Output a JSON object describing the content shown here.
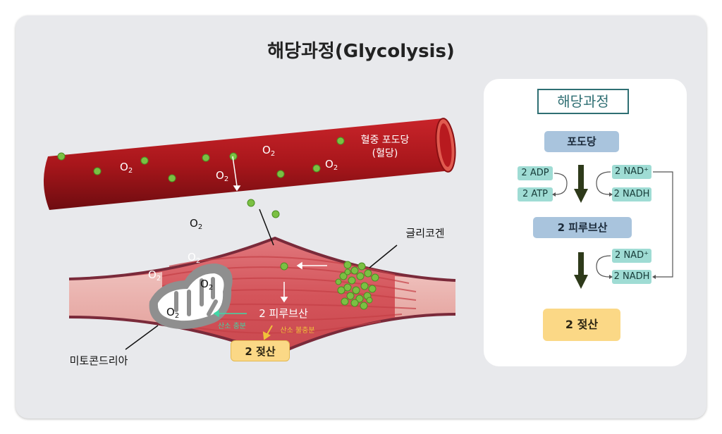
{
  "title": "해당과정(Glycolysis)",
  "illustration": {
    "blood_glucose_label_line1": "혈중 포도당",
    "blood_glucose_label_line2": "(혈당)",
    "glycogen_label": "글리코겐",
    "mitochondria_label": "미토콘드리아",
    "pyruvate_label": "2 피루브산",
    "oxygen_enough_label": "산소 충분",
    "oxygen_lack_label": "산소 불충분",
    "lactate_label": "2 젖산",
    "oxygen_symbol": "O",
    "oxygen_subscript": "2",
    "colors": {
      "vessel": "#a8161b",
      "glucose_dot": "#7bc043",
      "muscle": "#d8585e",
      "mitochondria": "#8f8f8f",
      "lactate_box": "#fbd886"
    }
  },
  "panel": {
    "title": "해당과정",
    "glucose": "포도당",
    "adp": "2 ADP",
    "atp": "2 ATP",
    "nad1": "2 NAD⁺",
    "nadh1": "2 NADH",
    "pyruvate": "2 피루브산",
    "nad2": "2 NAD⁺",
    "nadh2": "2 NADH",
    "lactate": "2 젖산"
  }
}
